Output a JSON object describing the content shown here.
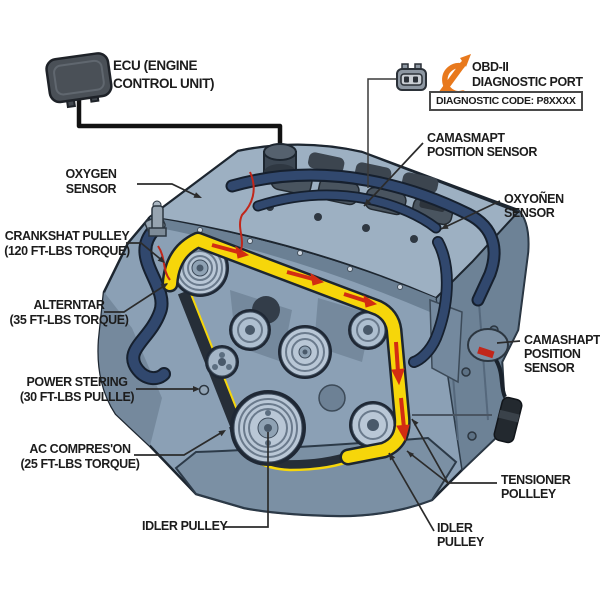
{
  "colors": {
    "belt_yellow": "#f6d60a",
    "arrow_red": "#d32d12",
    "hose_navy": "#31486e",
    "engine_light": "#9db0c2",
    "engine_mid": "#8ba0b5",
    "engine_dark": "#6d8296",
    "outline": "#1d2630",
    "accent_orange": "#e8791d",
    "wire_black": "#121212",
    "leader": "#2b2b2b",
    "label_text": "#1c1c1c"
  },
  "icons": {
    "ecu": "ecu-module-icon",
    "obd_connector": "obd-connector-icon",
    "diagnostic": "diagnostic-gauge-wrench-icon"
  },
  "labels": {
    "ecu": {
      "lines": [
        "ECU (ENGINE",
        "CONTROL UNIT)"
      ]
    },
    "obd_port": {
      "lines": [
        "OBD-II",
        "DIAGNOSTIC PORT"
      ]
    },
    "diagnostic_code": {
      "text": "DIAGNOSTIC CODE: P8XXXX"
    },
    "oxygen_sensor_left": {
      "lines": [
        "OXYGEN",
        "SENSOR"
      ]
    },
    "crankshaft_pulley": {
      "lines": [
        "CRANKSHAT PULLEY",
        "(120 FT-LBS TORQUE)"
      ]
    },
    "alternator": {
      "lines": [
        "ALTERNTAR",
        "(35 FT-LBS TORQUE)"
      ]
    },
    "power_steering": {
      "lines": [
        "POWER STERING",
        "(30 FT-LBS PULLLE)"
      ]
    },
    "ac_compressor": {
      "lines": [
        "AC COMPRES'ON",
        "(25 FT-LBS TORQUE)"
      ]
    },
    "idler_pulley_left": {
      "lines": [
        "IDLER PULLEY"
      ]
    },
    "camshaft_sensor_top": {
      "lines": [
        "CAMASMAPT",
        "POSITION SENSOR"
      ]
    },
    "oxygen_sensor_right": {
      "lines": [
        "OXYOÑEN",
        "SENSOR"
      ]
    },
    "camshaft_sensor_right": {
      "lines": [
        "CAMASHAPT",
        "POSITION",
        "SENSOR"
      ]
    },
    "tensioner_pulley": {
      "lines": [
        "TENSIONER",
        "POLLLEY"
      ]
    },
    "idler_pulley_right": {
      "lines": [
        "IDLER",
        "PULLEY"
      ]
    }
  }
}
